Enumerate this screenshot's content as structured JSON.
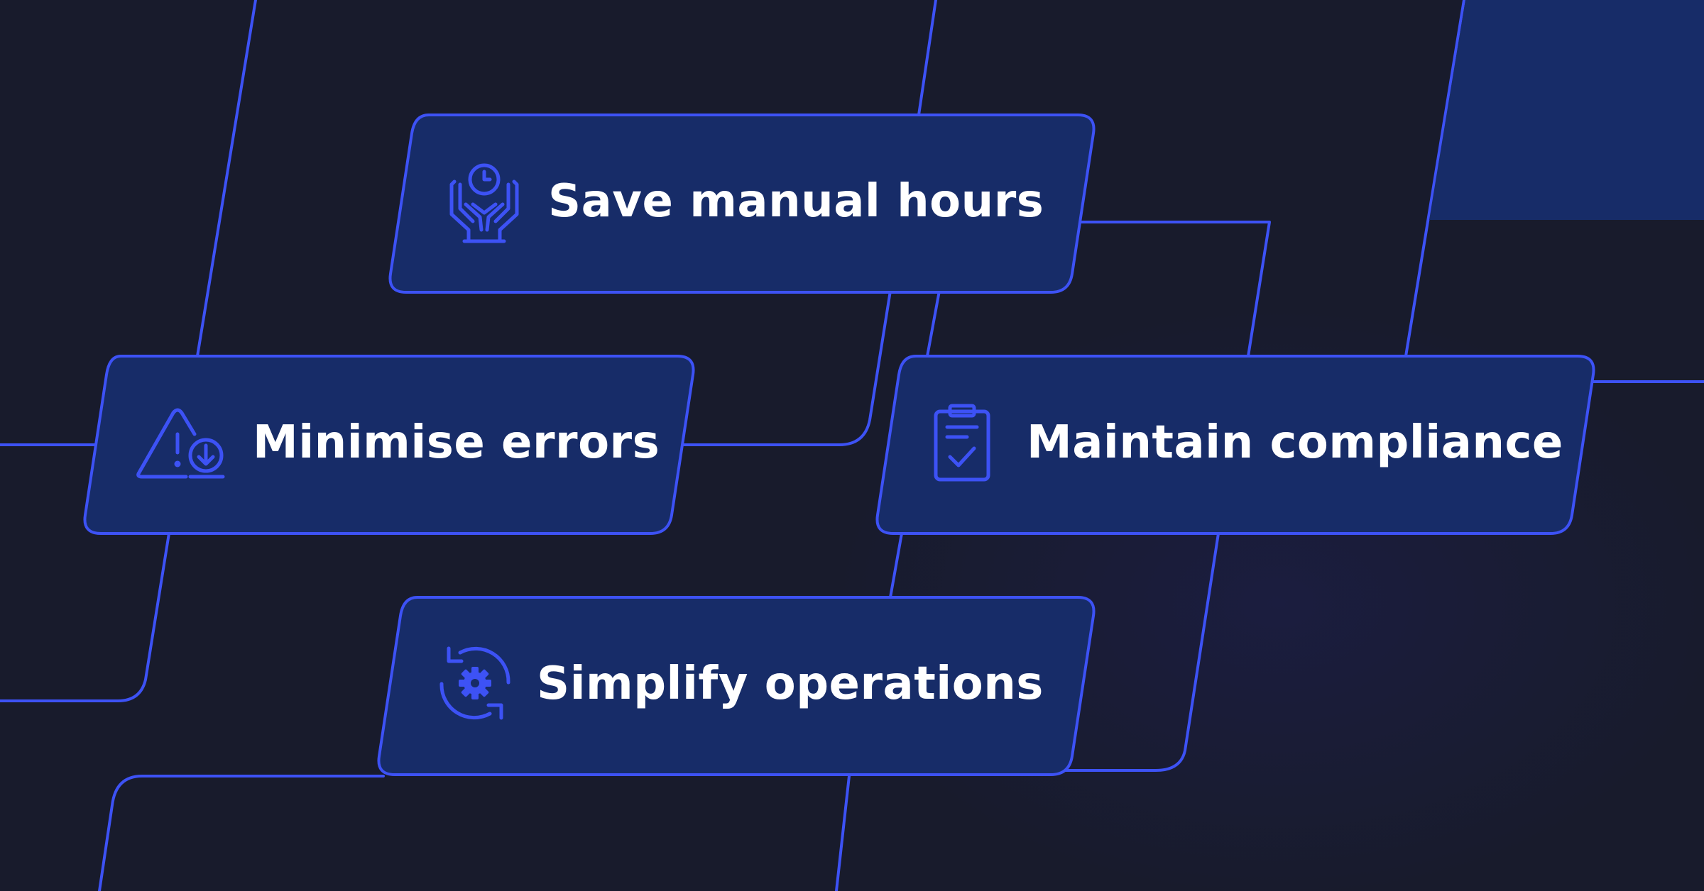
{
  "colors": {
    "background": "#181b2c",
    "card_fill": "#172c68",
    "accent_line": "#3d52f5",
    "text": "#ffffff"
  },
  "cards": [
    {
      "label": "Save manual hours",
      "icon": "hands-clock-icon"
    },
    {
      "label": "Minimise errors",
      "icon": "warning-download-icon"
    },
    {
      "label": "Maintain compliance",
      "icon": "clipboard-check-icon"
    },
    {
      "label": "Simplify operations",
      "icon": "refresh-gear-icon"
    }
  ]
}
